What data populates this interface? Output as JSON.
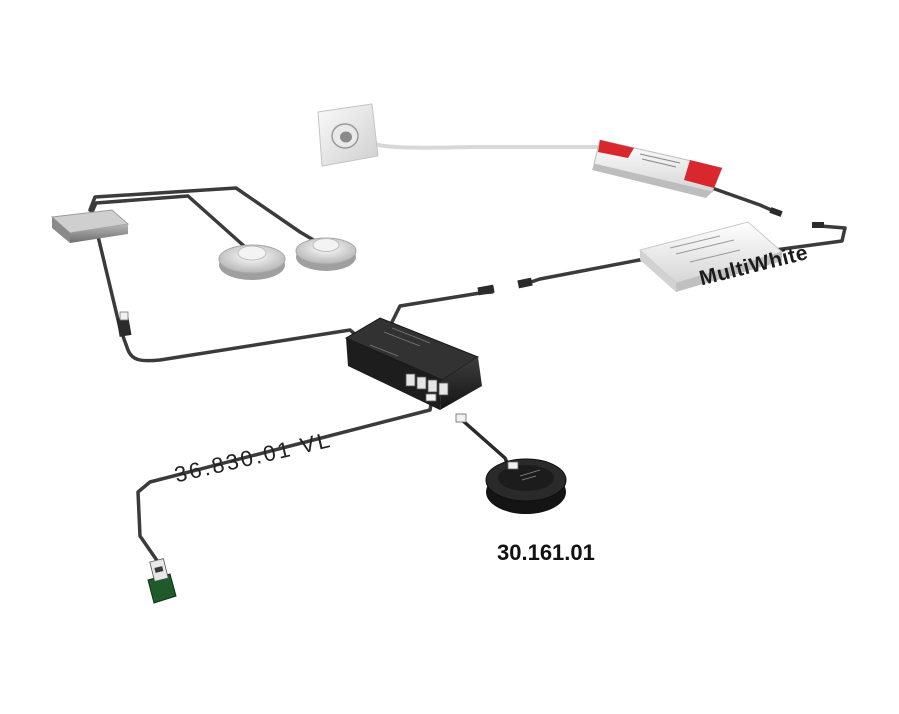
{
  "labels": {
    "multiwhite": "MultiWhite",
    "vl_part": "36.830.01  VL",
    "sensor_part": "30.161.01"
  },
  "colors": {
    "cable": "#3b3b3b",
    "controller": "#2b2b2b",
    "driver_accent": "#d9272e",
    "driver_body": "#eeeeee",
    "pcb": "#1f5a2a"
  }
}
